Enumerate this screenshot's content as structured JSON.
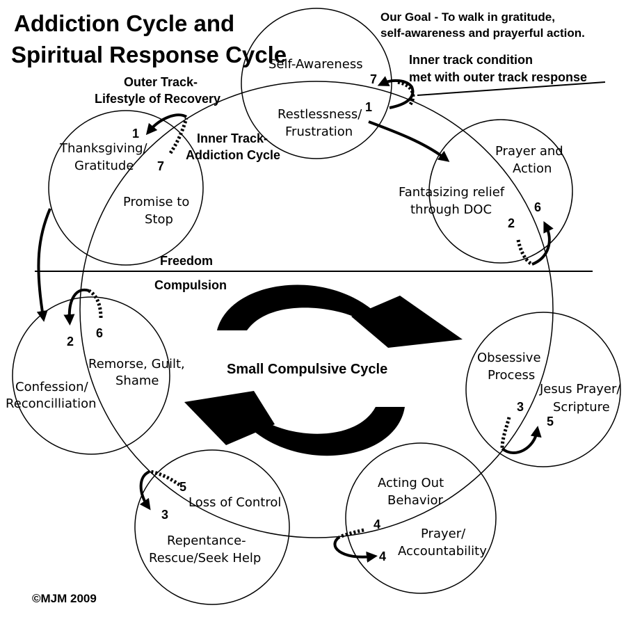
{
  "title": {
    "line1": "Addiction Cycle and",
    "line2": "Spiritual Response Cycle"
  },
  "goal": {
    "line1": "Our Goal - To walk in gratitude,",
    "line2": "self-awareness and prayerful action."
  },
  "inner_note": {
    "line1": "Inner track condition",
    "line2": "met with outer track response"
  },
  "outer_track": {
    "line1": "Outer Track-",
    "line2": "Lifestyle of Recovery"
  },
  "inner_track": {
    "line1": "Inner Track-",
    "line2": "Addiction Cycle"
  },
  "freedom": "Freedom",
  "compulsion": "Compulsion",
  "small_cycle": "Small Compulsive Cycle",
  "copyright": "©MJM 2009",
  "stages": {
    "self_awareness": "Self-Awareness",
    "restlessness": {
      "line1": "Restlessness/",
      "line2": "Frustration"
    },
    "prayer_action": {
      "line1": "Prayer and",
      "line2": "Action"
    },
    "fantasizing": {
      "line1": "Fantasizing relief",
      "line2": "through DOC"
    },
    "obsessive": {
      "line1": "Obsessive",
      "line2": "Process"
    },
    "jesus_prayer": {
      "line1": "Jesus Prayer/",
      "line2": "Scripture"
    },
    "acting_out": {
      "line1": "Acting Out",
      "line2": "Behavior"
    },
    "prayer_accountability": {
      "line1": "Prayer/",
      "line2": "Accountability"
    },
    "loss_of_control": "Loss of Control",
    "repentance": {
      "line1": "Repentance-",
      "line2": "Rescue/Seek Help"
    },
    "remorse": {
      "line1": "Remorse, Guilt,",
      "line2": "Shame"
    },
    "confession": {
      "line1": "Confession/",
      "line2": "Reconcilliation"
    },
    "thanksgiving": {
      "line1": "Thanksgiving/",
      "line2": "Gratitude"
    },
    "promise": {
      "line1": "Promise to",
      "line2": "Stop"
    }
  },
  "steps": {
    "s1_top": "1",
    "s7_top": "7",
    "s1_left": "1",
    "s7_left": "7",
    "s2_right": "2",
    "s6_right": "6",
    "s2_left": "2",
    "s6_left": "6",
    "s3_right": "3",
    "s5_right": "5",
    "s5_bottom": "5",
    "s3_bottom": "3",
    "s4_upper": "4",
    "s4_lower": "4"
  },
  "colors": {
    "ink": "#000000",
    "background": "#ffffff"
  }
}
